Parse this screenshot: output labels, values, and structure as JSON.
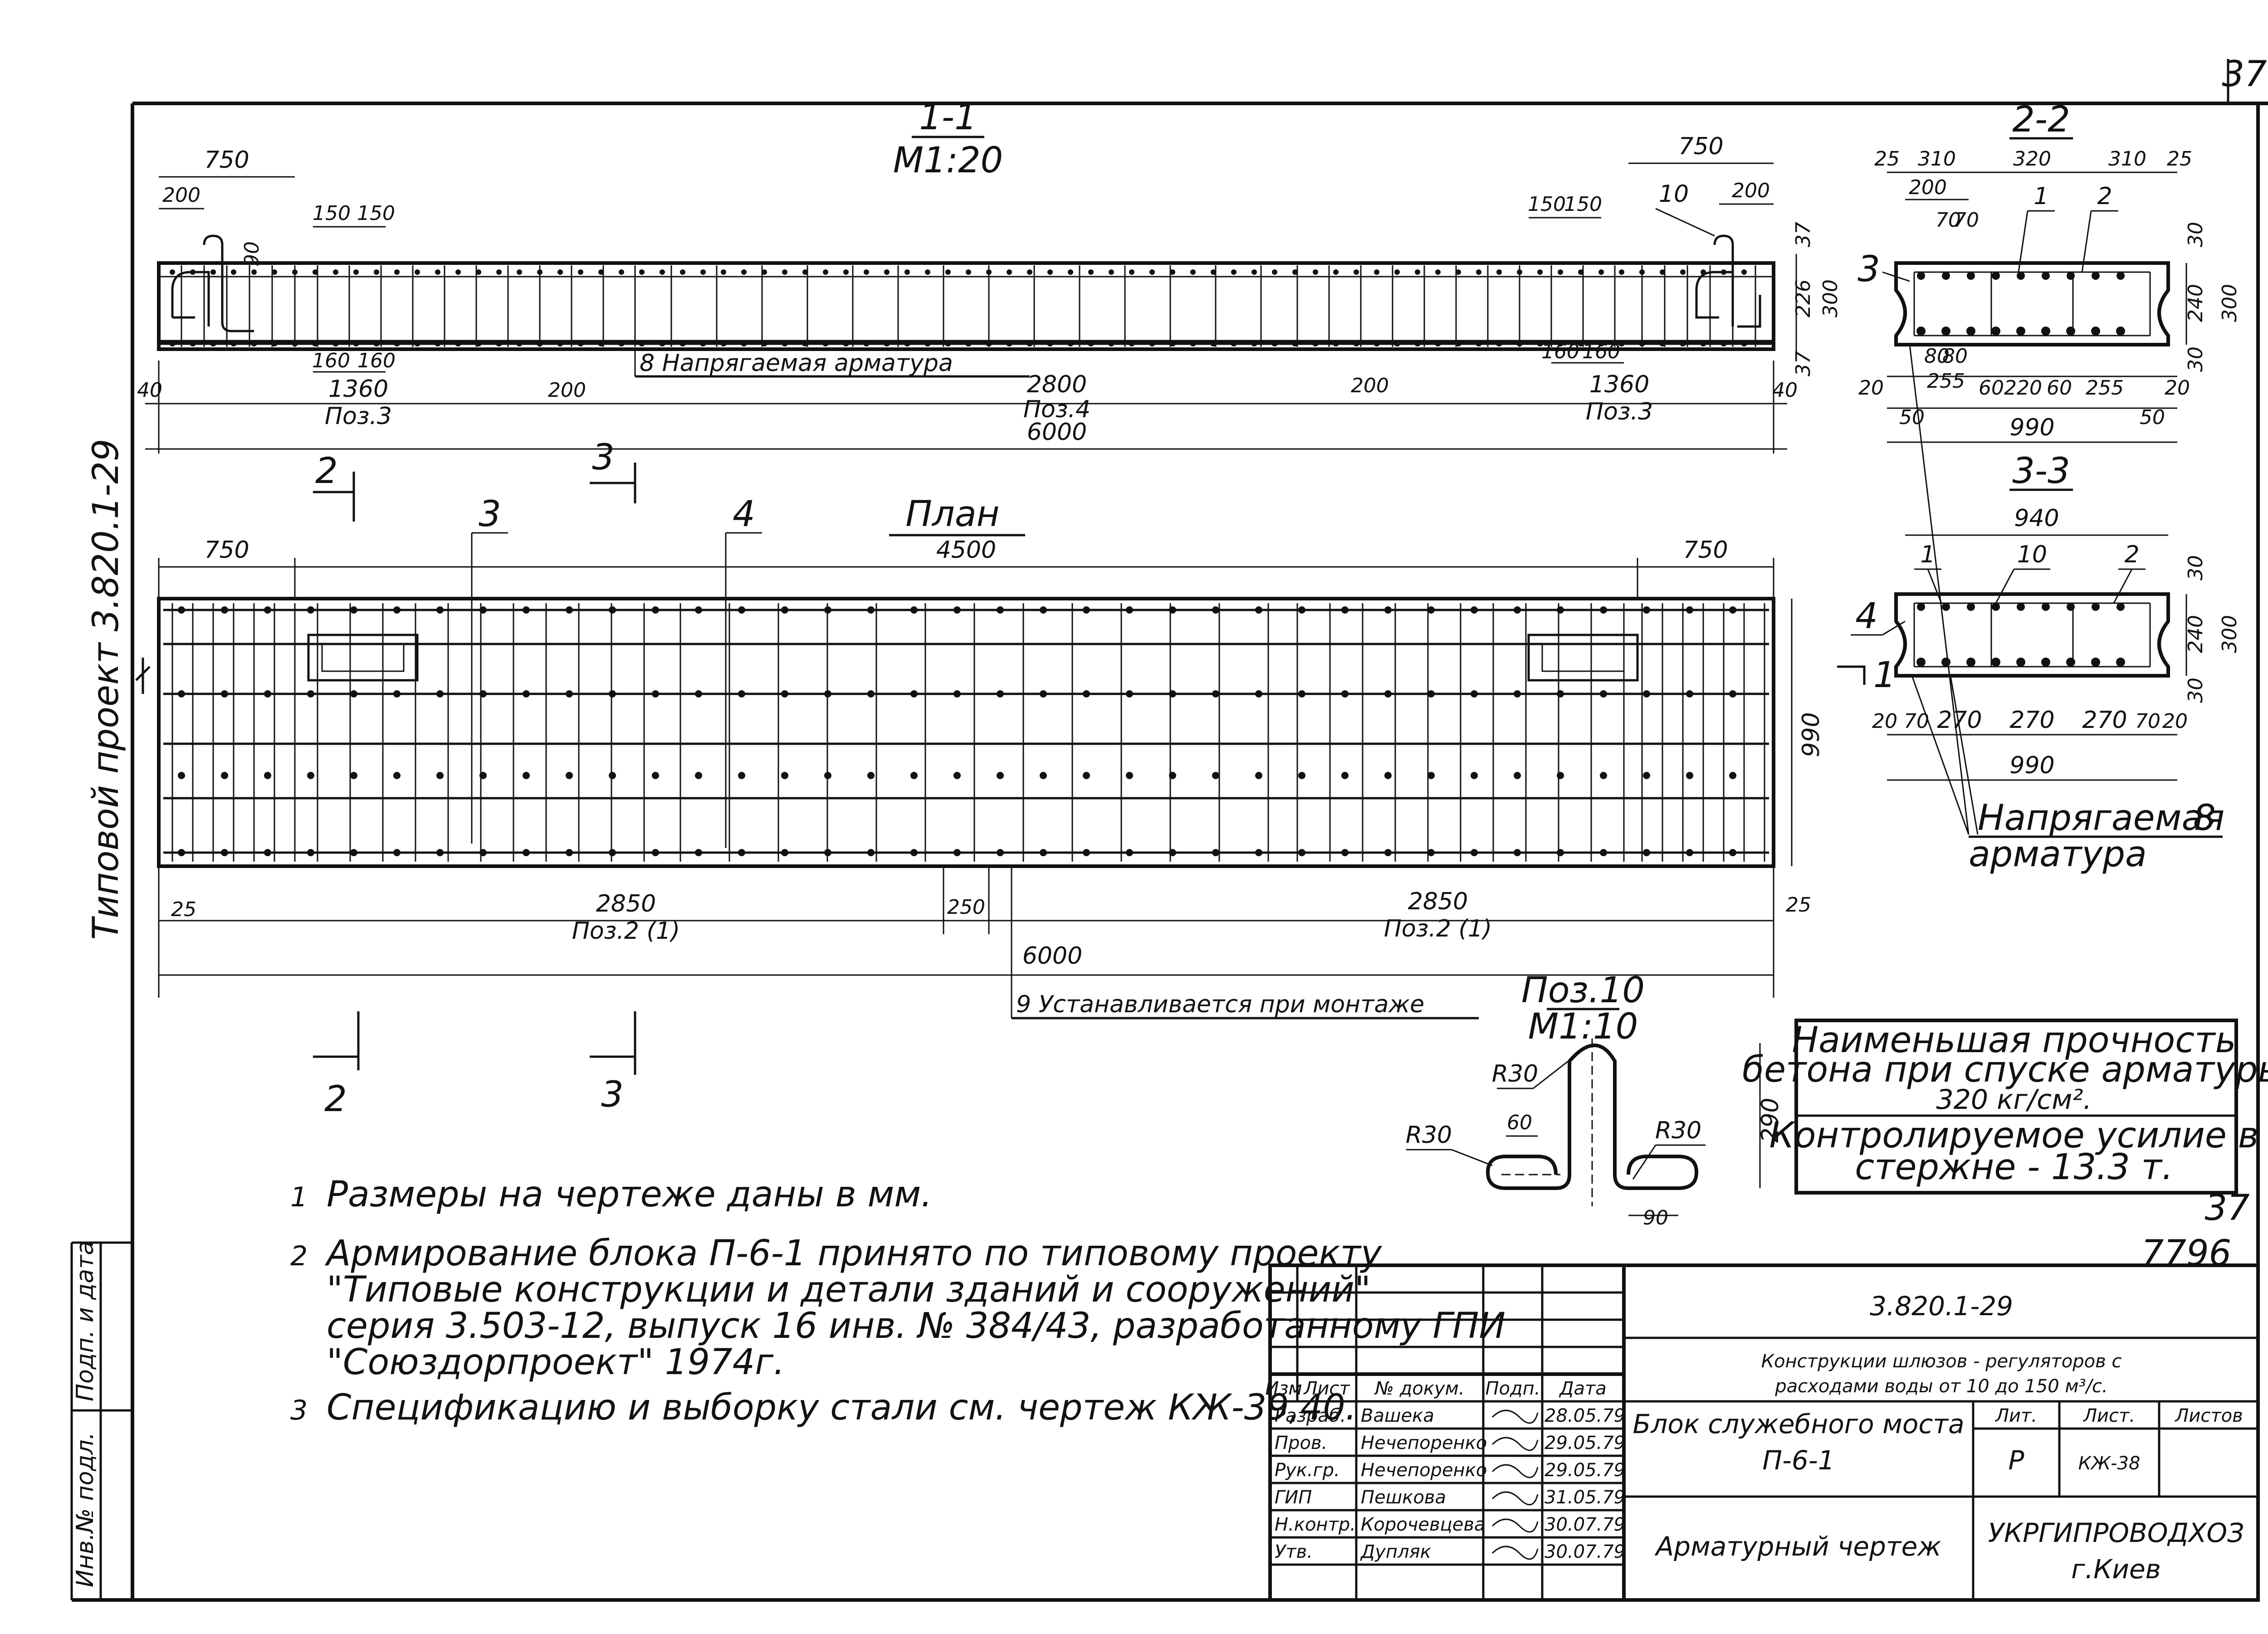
{
  "page_number": "37",
  "vertical_project": "Типовой проект 3.820.1-29",
  "stamp_labels": [
    "Инв.№ подл.",
    "Подп. и дата"
  ],
  "section_1_1": {
    "title": "1-1",
    "scale": "M1:20",
    "dims": {
      "left_750": "750",
      "left_200": "200",
      "left_150_150": "150 150",
      "left_90": "90",
      "right_750": "750",
      "right_150a": "150",
      "right_150b": "150",
      "right_10": "10",
      "right_200": "200",
      "r37_top": "37",
      "r226": "226",
      "r300": "300",
      "r37_bot": "37",
      "b40_left": "40",
      "b160a": "160",
      "b160b": "160",
      "b1360_left": "1360",
      "b_poz3_left": "Поз.3",
      "b200a": "200",
      "b200b": "200",
      "b2800": "2800",
      "b_poz4": "Поз.4",
      "b6000": "6000",
      "b160c": "160",
      "b160d": "160",
      "b1360_right": "1360",
      "b_poz3_right": "Поз.3",
      "b40_right": "40"
    },
    "leader_8": "8  Напрягаемая  арматура"
  },
  "plan": {
    "title": "План",
    "dims": {
      "d750_left": "750",
      "d4500": "4500",
      "d750_right": "750",
      "d990": "990",
      "d25_left": "25",
      "d2850_left": "2850",
      "poz2_left": "Поз.2 (1)",
      "d250": "250",
      "d2850_right": "2850",
      "poz2_right": "Поз.2 (1)",
      "d25_right": "25",
      "d6000": "6000"
    },
    "callouts": {
      "c3": "3",
      "c4": "4",
      "cut2": "2",
      "cut3": "3",
      "cut1": "1"
    },
    "leader_9": "9  Устанавливается при монтаже"
  },
  "section_2_2": {
    "title": "2-2",
    "dims": {
      "t25a": "25",
      "t310a": "310",
      "t320": "320",
      "t310b": "310",
      "t25b": "25",
      "t200": "200",
      "t70a": "70",
      "t70b": "70",
      "c1": "1",
      "c2": "2",
      "c3": "3",
      "r30a": "30",
      "r240": "240",
      "r300": "300",
      "r30b": "30",
      "b80a": "80",
      "b80b": "80",
      "b20a": "20",
      "b255a": "255",
      "b60a": "60",
      "b220": "220",
      "b60b": "60",
      "b255b": "255",
      "b20b": "20",
      "b50a": "50",
      "b50b": "50",
      "b990": "990"
    }
  },
  "section_3_3": {
    "title": "3-3",
    "dims": {
      "t940": "940",
      "c1": "1",
      "c10": "10",
      "c2": "2",
      "c4": "4",
      "r30a": "30",
      "r240": "240",
      "r300": "300",
      "r30b": "30",
      "b20a": "20",
      "b70a": "70",
      "b270a": "270",
      "b270b": "270",
      "b270c": "270",
      "b70b": "70",
      "b20b": "20",
      "b990": "990"
    },
    "leader_8a": "Напрягаемая",
    "leader_8b": "арматура",
    "leader_8_num": "8"
  },
  "detail_10": {
    "title": "Поз.10",
    "scale": "M1:10",
    "r30_top": "R30",
    "r30_left": "R30",
    "r30_right": "R30",
    "d60": "60",
    "d290": "290",
    "d90": "90"
  },
  "requirements": {
    "line1": "Наименьшая прочность",
    "line2": "бетона при спуске арматуры",
    "line3": "320 кг/см².",
    "line4": "Контролируемое усилие в",
    "line5": "стержне - 13.3 т."
  },
  "notes": [
    {
      "n": "1",
      "lines": [
        "Размеры на чертеже даны в мм."
      ]
    },
    {
      "n": "2",
      "lines": [
        "Армирование блока П-6-1 принято по типовому проекту",
        "\"Типовые конструкции и детали зданий и сооружений\"",
        "серия 3.503-12, выпуск 16 инв. № 384/43, разработанному ГПИ",
        "\"Союздорпроект\" 1974г."
      ]
    },
    {
      "n": "3",
      "lines": [
        "Спецификацию и выборку стали  см. чертеж КЖ-39,40."
      ]
    }
  ],
  "sheet_marks": {
    "mark37": "37",
    "mark7796": "7796"
  },
  "title_block": {
    "code": "3.820.1-29",
    "header": [
      "Изм",
      "Лист",
      "№ докум.",
      "Подп.",
      "Дата"
    ],
    "rows": [
      {
        "role": "Разраб.",
        "name": "Вашека",
        "date": "28.05.79"
      },
      {
        "role": "Пров.",
        "name": "Нечепоренко",
        "date": "29.05.79"
      },
      {
        "role": "Рук.гр.",
        "name": "Нечепоренко",
        "date": "29.05.79"
      },
      {
        "role": "ГИП",
        "name": "Пешкова",
        "date": "31.05.79"
      },
      {
        "role": "Н.контр.",
        "name": "Корочевцева",
        "date": "30.07.79"
      },
      {
        "role": "Утв.",
        "name": "Дупляк",
        "date": "30.07.79"
      }
    ],
    "project_line1": "Конструкции шлюзов - регуляторов с",
    "project_line2": "расходами воды от 10 до 150 м³/с.",
    "drawing_line1": "Блок служебного моста",
    "drawing_line2": "П-6-1",
    "drawing_type": "Арматурный чертеж",
    "lit_label": "Лит.",
    "sheet_label": "Лист.",
    "sheets_label": "Листов",
    "lit_value": "Р",
    "sheet_value": "КЖ-38",
    "org_name": "УКРГИПРОВОДХОЗ",
    "org_city": "г.Киев"
  }
}
